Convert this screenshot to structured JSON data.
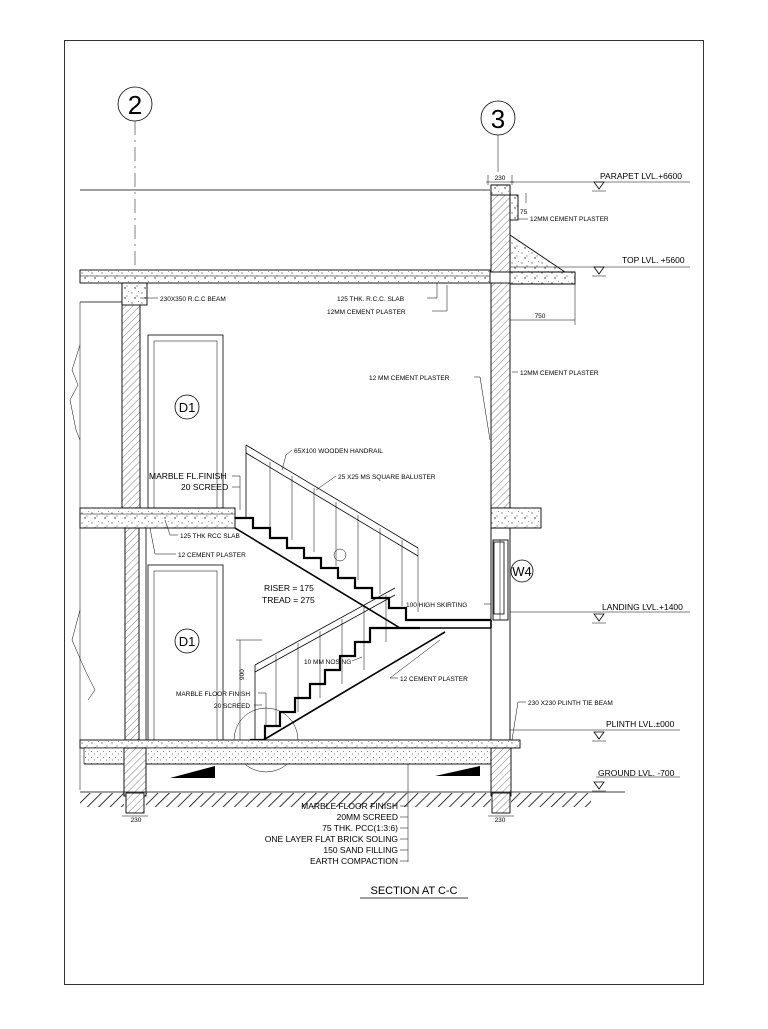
{
  "drawing": {
    "title": "SECTION AT C-C",
    "grid_labels": [
      "2",
      "3"
    ],
    "levels": {
      "parapet": "PARAPET LVL.+6600",
      "top": "TOP LVL. +5600",
      "landing": "LANDING LVL.+1400",
      "plinth": "PLINTH LVL.±000",
      "ground": "GROUND LVL. -700"
    },
    "dimensions": {
      "wall_top": "230",
      "parapet_small": "75",
      "overhang": "750",
      "wall_bottom_left": "230",
      "wall_bottom_right": "230",
      "rail_height": "900"
    },
    "tags": {
      "door_upper": "D1",
      "door_lower": "D1",
      "window": "W4"
    },
    "annotations": {
      "parapet_plaster": "12MM CEMENT PLASTER",
      "beam": "230X350 R.C.C BEAM",
      "slab": "125 THK. R.C.C. SLAB",
      "slab_plaster": "12MM CEMENT PLASTER",
      "wall_plaster_inner": "12 MM CEMENT PLASTER",
      "wall_plaster_outer": "12MM CEMENT PLASTER",
      "handrail": "65X100 WOODEN HANDRAIL",
      "baluster": "25 X25 MS SQUARE BALUSTER",
      "marble_finish": "MARBLE FL.FINISH",
      "screed_20": "20 SCREED",
      "rcc_slab_125": "125 THK RCC SLAB",
      "cement_plaster_12": "12 CEMENT PLASTER",
      "riser": "RISER = 175",
      "tread": "TREAD = 275",
      "skirting": "100 HIGH SKIRTING",
      "nosing": "10 MM NOSING",
      "lower_plaster": "12 CEMENT PLASTER",
      "marble_floor_small": "MARBLE FLOOR FINISH",
      "screed_small": "20 SCREED",
      "plinth_beam": "230 X230 PLINTH TIE BEAM"
    },
    "floor_layers": [
      "MARBLE FLOOR FINISH",
      "20MM SCREED",
      "75 THK. PCC(1:3:6)",
      "ONE LAYER FLAT BRICK SOLING",
      "150 SAND FILLING",
      "EARTH COMPACTION"
    ]
  }
}
